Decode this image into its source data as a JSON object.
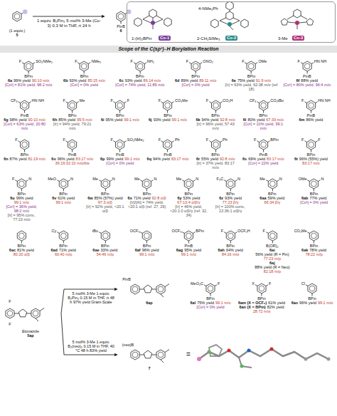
{
  "diagram": {
    "nodes": [
      {
        "text": [
          "(1 equiv.)",
          "5"
        ]
      },
      {
        "text": [
          "PinB",
          "6"
        ]
      },
      {
        "text": [
          "4-NMe₂Ph",
          "1-(H)₂BPin",
          "Co-1",
          "2-CH₂SiMe₃",
          "Co-2",
          "3-Me",
          "Co-3"
        ]
      },
      {
        "text": [
          "Scope of the C(sp²)–H Borylation Reaction"
        ]
      },
      {
        "text": [
          "BPin",
          "F",
          "SO₂NMe₂",
          "6a",
          "99% yield",
          "90:10 m/o",
          "[Co¹] = 81% yield, 98:2 m/o"
        ]
      },
      {
        "text": [
          "BPin",
          "F",
          "NMe₂",
          "6b",
          "93% yield",
          "85:15 m/o",
          "[Co¹] = 0% yield"
        ]
      },
      {
        "text": [
          "BPin",
          "F",
          "NH₂",
          "6c",
          "93% yield",
          "86:14 m/o",
          "[Co¹] = 74% yield, 11:89 m/o"
        ]
      },
      {
        "text": [
          "BPin",
          "F",
          "ONO₂",
          "6d",
          "89% yield",
          "89:11 m/o",
          "[Co¹] = 0% yield"
        ]
      },
      {
        "text": [
          "BPin",
          "F",
          "OMe",
          "6e",
          "75% yield",
          "91:9 m/o",
          "[Ir] = 63% yield, 62:38 m/o (ref 18)"
        ]
      },
      {
        "text": [
          "PinB",
          "F",
          "HN NH",
          "6f",
          "88% yield",
          "[Co¹] = 80% yield, 96:4 m/o"
        ]
      },
      {
        "text": [
          "PinB",
          "CF₃",
          "HN NH",
          "6g",
          "98% yield",
          "90:10 m/o",
          "[Co¹] = 63% yield, 20:80 m/o"
        ]
      },
      {
        "text": [
          "BPin",
          "F",
          "Me",
          "6h",
          "85% yield",
          "95:5 m/o",
          "[Ir] = 94% yield, 79:21 m/o"
        ]
      },
      {
        "text": [
          "BPin",
          "F",
          "F",
          "6i",
          "95% yield",
          "99:1 m/o"
        ]
      },
      {
        "text": [
          "BPin",
          "F",
          "CO₂Me",
          "6j",
          "93% yield",
          "99:1 m/o"
        ]
      },
      {
        "text": [
          "BPin",
          "F",
          "CO₂H",
          "6k",
          "94% yield",
          "92:8 m/o",
          "[Ir] = 96% yield, 57:43 m/o"
        ]
      },
      {
        "text": [
          "BPin",
          "CF₃",
          "CO₂tBu",
          "6l",
          "80% yield",
          "67:33 m/o",
          "[Co¹] = 10% yield, 99:1 m/o"
        ]
      },
      {
        "text": [
          "PinB",
          "F",
          "HN NH",
          "6m",
          "86% yield"
        ]
      },
      {
        "text": [
          "BPin",
          "F",
          "6n",
          "87% yield",
          "81:19 m/o"
        ]
      },
      {
        "text": [
          "PinB",
          "F",
          "6o",
          "96% yield",
          "83:17 m/o",
          "39:19:32:10 m/o/bis"
        ]
      },
      {
        "text": [
          "PinB",
          "F",
          "SO₂NMe₂",
          "6p",
          "99% yield",
          "99:1 m/o",
          "[Co¹] = 0% yield"
        ]
      },
      {
        "text": [
          "PinB",
          "F",
          "Ph",
          "6q",
          "94% yield",
          "83:17 m/o"
        ]
      },
      {
        "text": [
          "BPin",
          "F",
          "Ph",
          "6r",
          "55% yield",
          "92:8 m/o",
          "[Ir] = 37% yield, 83:17 m/o"
        ]
      },
      {
        "text": [
          "PinB",
          "F",
          "BPin",
          "6s",
          "69% yield",
          "83:17 m/o",
          "[Co¹] = 22% yield"
        ]
      },
      {
        "text": [
          "BPin",
          "F",
          "F",
          "6t",
          "96% (55%) yield",
          "83:17 m/o"
        ]
      },
      {
        "text": [
          "BPin",
          "F",
          "N",
          "6u",
          "99% yield",
          "99:1 m/o",
          "[Co¹] = 36% yield, 98:2 m/o",
          "[Ir] = 95% conv., 77:23 m/o"
        ]
      },
      {
        "text": [
          "BPin",
          "MeO",
          "N",
          "6v",
          "61% yield",
          "99:1 m/o"
        ]
      },
      {
        "text": [
          "BPin",
          "Me",
          "N",
          "6w",
          "85% (57%) yield",
          "97:3 α/β",
          "[Ir] = 92% yield, >20:1 α/β"
        ]
      },
      {
        "text": [
          "BPin",
          "Me",
          "N",
          "6x",
          "71% yield",
          "92:8 α/β",
          "[Ir]/[Al] = 74% yield, >20:1 α/β (ref. 27, 29)"
        ]
      },
      {
        "text": [
          "BPin",
          "Me",
          "N",
          "6y",
          "53% yield",
          "67:13:4 α/β/γ",
          "[Ir] = 46% yield, >20:1:0 α/β/γ (ref. 32, 34)"
        ]
      },
      {
        "text": [
          "BPin",
          "F₃C",
          "N",
          "6z",
          "93% yield",
          "77:23 β/γ",
          "[Ir] = 100% conv., 22:36:1 α/β/γ"
        ]
      },
      {
        "text": [
          "BPin",
          "Me",
          "N",
          "6aa",
          "59% yield",
          "66:34 β/γ"
        ]
      },
      {
        "text": [
          "BPin",
          "OMe",
          "N",
          "6ab",
          "77% yield",
          "[Co¹] = 0% yield"
        ]
      },
      {
        "text": [
          "BPin",
          "6ac",
          "81% yield",
          "80:20 α/β"
        ]
      },
      {
        "text": [
          "BPin",
          "Cy",
          "6ad",
          "71% yield",
          "60:40 m/p"
        ]
      },
      {
        "text": [
          "BPin",
          "tBu",
          "6ae",
          "33% yield",
          "54:46 m/p"
        ]
      },
      {
        "text": [
          "BPin",
          "OCF₃",
          "6af",
          "96% yield",
          "99:1 m/o"
        ]
      },
      {
        "text": [
          "PinB",
          "OCF₃",
          "BPin",
          "6ag",
          "95% yield",
          "99:1 m/o"
        ]
      },
      {
        "text": [
          "BPin",
          "F",
          "OCF₂H",
          "6ah",
          "64% yield",
          "84:16 m/o"
        ]
      },
      {
        "text": [
          "B(OR)₂",
          "F",
          "6ai",
          "56% yield (R = Pin)",
          "77:23 m/p",
          "6aj",
          "88% yield (R = Neo)",
          "82:18 m/p"
        ]
      },
      {
        "text": [
          "BPin",
          "CO₂Me",
          "6ak",
          "78% yield",
          "78:22 m/p"
        ]
      },
      {
        "text": [
          "BPin",
          "MeO₂C",
          "F",
          "6al",
          "75% yield",
          "99:1 m/o",
          "[Co¹] = 0% yield"
        ]
      },
      {
        "text": [
          "BPin",
          "X",
          "F",
          "6am (X = OCF₃)",
          "61% yield",
          "6an (X = BPin)",
          "82% yield",
          "28:72 m/o"
        ]
      },
      {
        "text": [
          "BPin",
          "Cl",
          "6ao",
          "96% yield",
          "99:1 m/o"
        ]
      },
      {
        "text": [
          "F",
          "F",
          "Etoxazole",
          "5ap"
        ]
      },
      {
        "text": [
          "PinB",
          "6ap"
        ]
      },
      {
        "text": [
          "(neo)B",
          "7"
        ]
      }
    ],
    "edges": [
      {
        "from": 0,
        "to": 1,
        "arrow": "to",
        "label": "1 equiv. B₂Pin₂ 5 mol% 3-Me (Co-3) 0.3 M in THF, rt 24 h"
      },
      {
        "from": 43,
        "to": 44,
        "arrow": "to",
        "label": "5 mol% 3-Me 1 equiv. B₂Pin₂ 0.15 M in THF, rt 48 h 97% yield Gram-Scale"
      },
      {
        "from": 43,
        "to": 45,
        "arrow": "to",
        "label": "5 mol% 3-Me 1 equiv. B₂(neo)₂ 0.15 M in THF, 40 °C 48 h 83% yield"
      }
    ],
    "labels": [
      "="
    ]
  }
}
